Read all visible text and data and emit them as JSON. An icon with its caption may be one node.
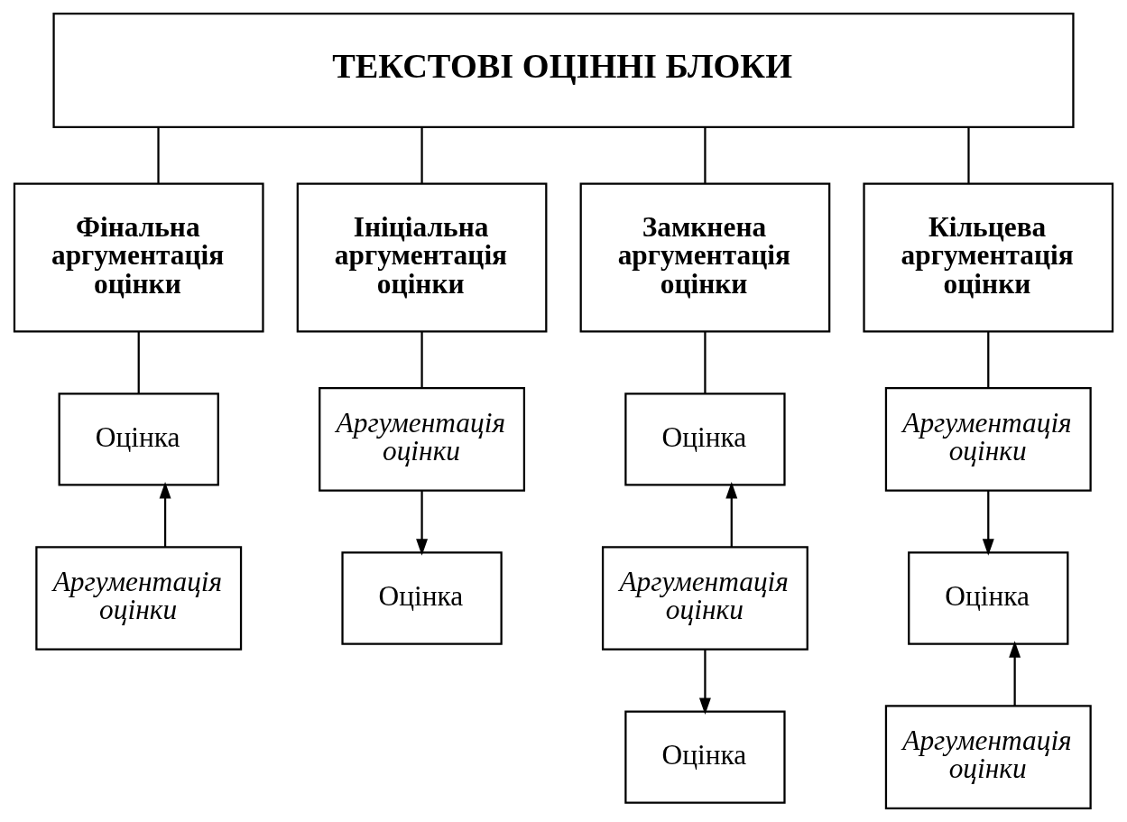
{
  "diagram": {
    "nodes": [
      {
        "text": [
          "ТЕКСТОВІ ОЦІННІ БЛОКИ"
        ]
      },
      {
        "text": [
          "Фінальна аргументація оцінки"
        ]
      },
      {
        "text": [
          "Оцінка"
        ]
      },
      {
        "text": [
          "Аргументація оцінки"
        ]
      },
      {
        "text": [
          "Ініціальна аргументація оцінки"
        ]
      },
      {
        "text": [
          "Аргументація оцінки"
        ]
      },
      {
        "text": [
          "Оцінка"
        ]
      },
      {
        "text": [
          "Замкнена аргументація оцінки"
        ]
      },
      {
        "text": [
          "Оцінка"
        ]
      },
      {
        "text": [
          "Аргументація оцінки"
        ]
      },
      {
        "text": [
          "Оцінка"
        ]
      },
      {
        "text": [
          "Кільцева аргументація оцінки"
        ]
      },
      {
        "text": [
          "Аргументація оцінки"
        ]
      },
      {
        "text": [
          "Оцінка"
        ]
      },
      {
        "text": [
          "Аргументація оцінки"
        ]
      }
    ],
    "edges": [
      {
        "from": 0,
        "to": 1,
        "arrow": "none"
      },
      {
        "from": 0,
        "to": 4,
        "arrow": "none"
      },
      {
        "from": 0,
        "to": 7,
        "arrow": "none"
      },
      {
        "from": 0,
        "to": 11,
        "arrow": "none"
      },
      {
        "from": 1,
        "to": 2,
        "arrow": "none"
      },
      {
        "from": 3,
        "to": 2,
        "arrow": "to"
      },
      {
        "from": 4,
        "to": 5,
        "arrow": "none"
      },
      {
        "from": 5,
        "to": 6,
        "arrow": "to"
      },
      {
        "from": 7,
        "to": 8,
        "arrow": "none"
      },
      {
        "from": 9,
        "to": 8,
        "arrow": "to"
      },
      {
        "from": 9,
        "to": 10,
        "arrow": "to"
      },
      {
        "from": 11,
        "to": 12,
        "arrow": "none"
      },
      {
        "from": 12,
        "to": 13,
        "arrow": "to"
      },
      {
        "from": 14,
        "to": 13,
        "arrow": "to"
      }
    ]
  }
}
